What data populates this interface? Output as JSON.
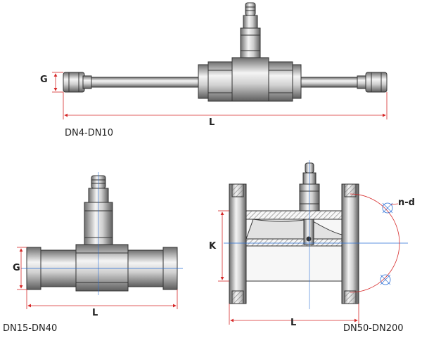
{
  "diagram": {
    "top": {
      "caption": "DN4-DN10",
      "dim_g": "G",
      "dim_l": "L"
    },
    "left": {
      "caption": "DN15-DN40",
      "dim_g": "G",
      "dim_l": "L"
    },
    "right": {
      "caption": "DN50-DN200",
      "dim_k": "K",
      "dim_l": "L",
      "dim_nd": "n-d"
    }
  },
  "colors": {
    "outline": "#333333",
    "metal_light": "#f2f2f2",
    "metal_mid": "#bdbdbd",
    "metal_dark": "#7a7a7a",
    "dimension_red": "#d62828",
    "axis_blue": "#2a6fd6",
    "flange_hatch": "#a0a0a0"
  }
}
